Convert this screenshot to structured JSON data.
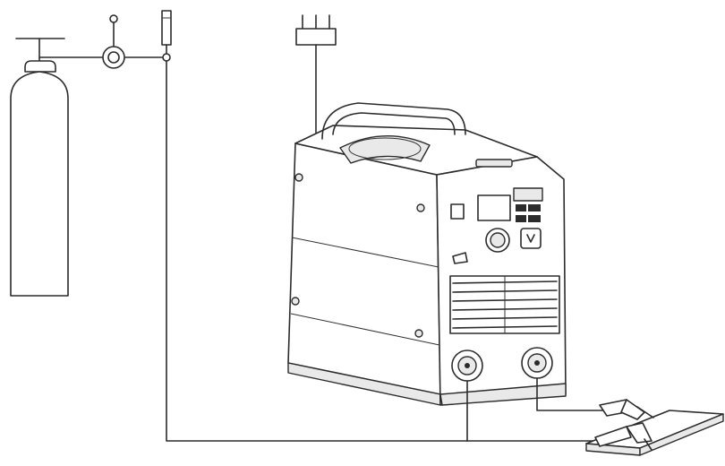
{
  "diagram": {
    "components": [
      {
        "id": "gas-cylinder",
        "kind": "gas-cylinder-icon"
      },
      {
        "id": "pressure-regulator",
        "kind": "regulator-icon"
      },
      {
        "id": "flowmeter",
        "kind": "flowmeter-icon"
      },
      {
        "id": "mains-plug",
        "kind": "power-plug-icon"
      },
      {
        "id": "welding-machine",
        "kind": "inverter-welder-icon"
      },
      {
        "id": "welding-torch",
        "kind": "tig-torch-icon"
      },
      {
        "id": "earth-clamp",
        "kind": "ground-clamp-icon"
      },
      {
        "id": "workpiece",
        "kind": "metal-plate-icon"
      }
    ],
    "connections": [
      {
        "from": "gas-cylinder",
        "to": "pressure-regulator",
        "type": "gas"
      },
      {
        "from": "pressure-regulator",
        "to": "flowmeter",
        "type": "gas"
      },
      {
        "from": "flowmeter",
        "to": "welding-torch",
        "type": "gas-hose"
      },
      {
        "from": "mains-plug",
        "to": "welding-machine",
        "type": "power-cable"
      },
      {
        "from": "welding-machine",
        "to": "welding-torch",
        "type": "torch-cable"
      },
      {
        "from": "welding-machine",
        "to": "earth-clamp",
        "type": "ground-cable"
      },
      {
        "from": "earth-clamp",
        "to": "workpiece",
        "type": "clamp"
      }
    ],
    "colors": {
      "line": "#2b2b2b",
      "background": "#ffffff"
    }
  }
}
